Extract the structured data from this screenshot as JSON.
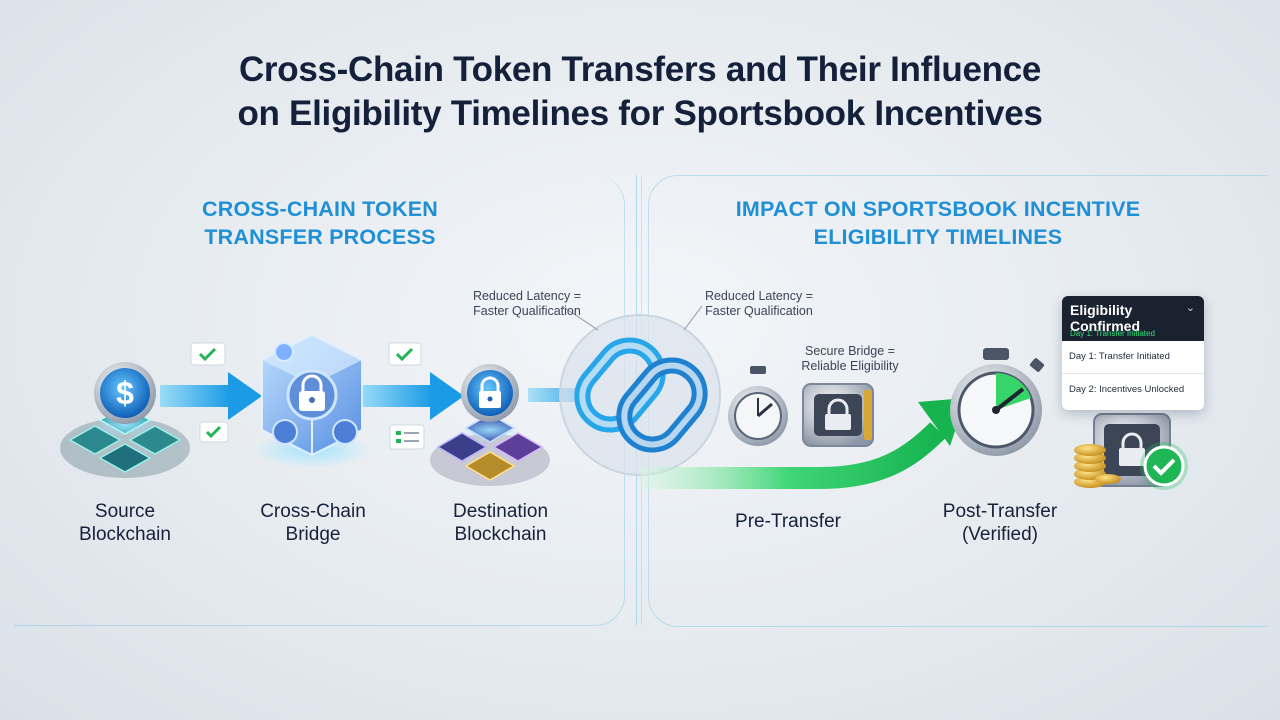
{
  "title": {
    "line1": "Cross-Chain Token Transfers and Their Influence",
    "line2": "on Eligibility Timelines for Sportsbook Incentives"
  },
  "left_section": {
    "heading_line1": "CROSS-CHAIN TOKEN",
    "heading_line2": "TRANSFER PROCESS",
    "source_line1": "Source",
    "source_line2": "Blockchain",
    "bridge_line1": "Cross-Chain",
    "bridge_line2": "Bridge",
    "dest_line1": "Destination",
    "dest_line2": "Blockchain",
    "note_line1": "Reduced Latency =",
    "note_line2": "Faster Qualification"
  },
  "right_section": {
    "heading_line1": "IMPACT ON SPORTSBOOK INCENTIVE",
    "heading_line2": "ELIGIBILITY TIMELINES",
    "note_line1": "Reduced Latency =",
    "note_line2": "Faster Qualification",
    "bridge_note_line1": "Secure Bridge =",
    "bridge_note_line2": "Reliable Eligibility",
    "pre_label": "Pre-Transfer",
    "post_line1": "Post-Transfer",
    "post_line2": "(Verified)"
  },
  "card": {
    "title": "Eligibility Confirmed",
    "subtitle": "Day 1: Transfer Initiated",
    "rows": [
      "Day 1: Transfer Initiated",
      "Day 2: Incentives Unlocked"
    ]
  },
  "icons": {
    "coin": "dollar-coin-icon",
    "lock": "padlock-icon",
    "link": "chain-link-icon",
    "timer": "stopwatch-icon",
    "check": "checkmark-icon",
    "chevron": "chevron-down-icon"
  },
  "colors": {
    "accent_blue": "#1f8fd6",
    "arrow_blue": "#2aa5ea",
    "arrow_green": "#22c55e",
    "title": "#15213b",
    "card_dark": "#1a2230"
  }
}
